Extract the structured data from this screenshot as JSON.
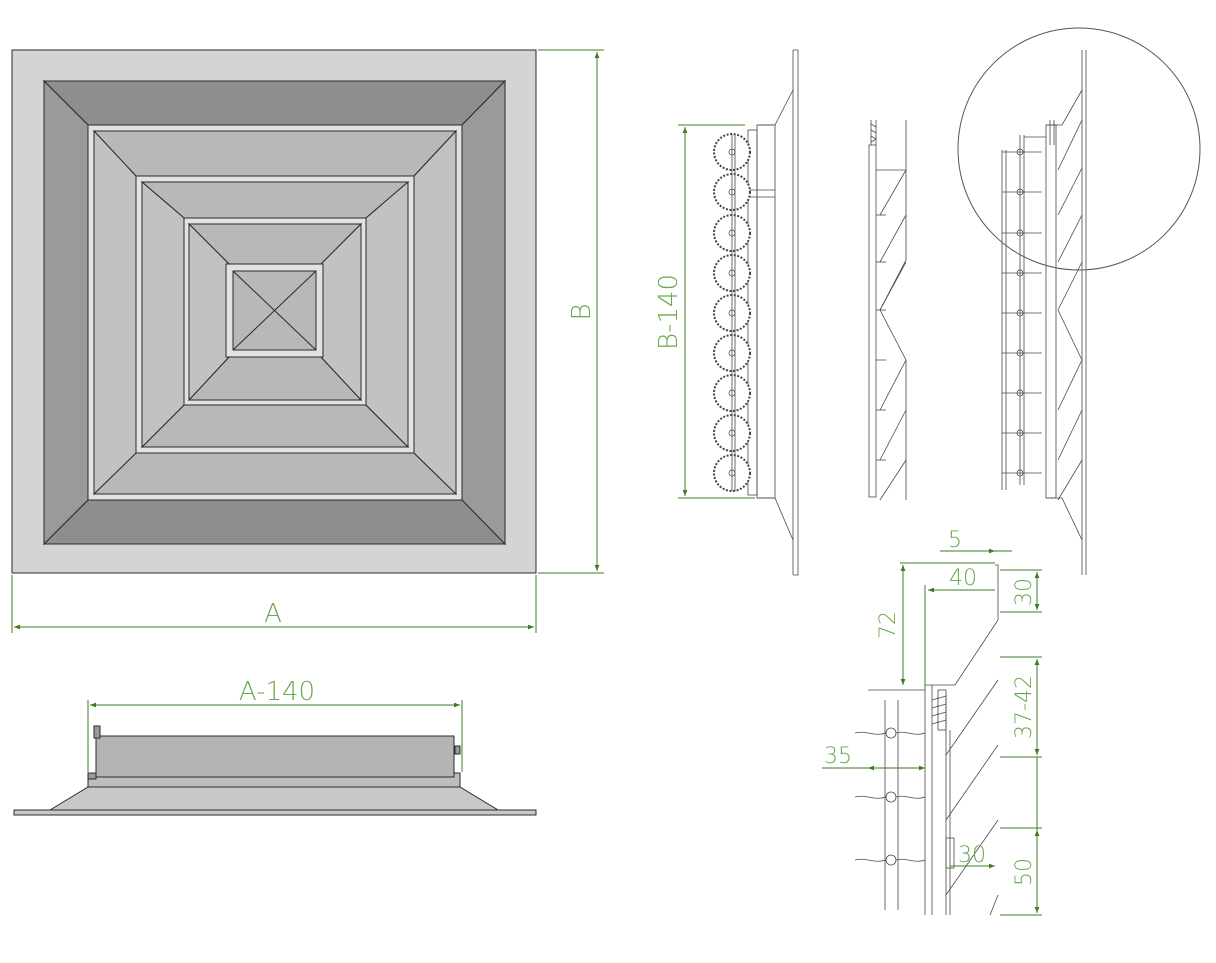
{
  "drawing": {
    "labels": {
      "width": "A",
      "height": "B",
      "width_inner": "A-140",
      "height_inner": "B-140",
      "dim_5": "5",
      "dim_40": "40",
      "dim_30_top": "30",
      "dim_72": "72",
      "dim_37_42": "37-42",
      "dim_35": "35",
      "dim_30_bottom": "30",
      "dim_50": "50"
    },
    "colors": {
      "dimension": "#3a7d22",
      "dimension_text": "#6aa84f",
      "outer_frame": "#d4d4d4",
      "dark_panel": "#8d8d8d",
      "light_panel": "#b5b5b5",
      "gap": "#e2e2e2"
    }
  }
}
